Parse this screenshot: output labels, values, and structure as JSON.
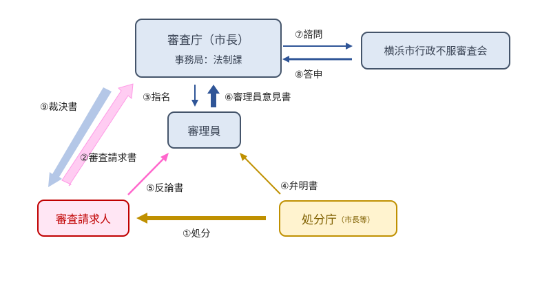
{
  "nodes": {
    "shinsacho": {
      "title": "審査庁（市長）",
      "subtitle": "事務局：法制課"
    },
    "council": {
      "title": "横浜市行政不服審査会"
    },
    "shinriin": {
      "title": "審理員"
    },
    "claimant": {
      "title": "審査請求人"
    },
    "shobuncho": {
      "title": "処分庁",
      "suffix": "（市長等）"
    }
  },
  "edges": {
    "e1": {
      "label": "①処分",
      "from": "shobuncho",
      "to": "claimant",
      "color": "#bf9000"
    },
    "e2": {
      "label": "②審査請求書",
      "from": "claimant",
      "to": "shinsacho",
      "color": "#ffccf2"
    },
    "e3": {
      "label": "③指名",
      "from": "shinsacho",
      "to": "shinriin",
      "color": "#2f5597"
    },
    "e4": {
      "label": "④弁明書",
      "from": "shobuncho",
      "to": "shinriin",
      "color": "#bf9000"
    },
    "e5": {
      "label": "⑤反論書",
      "from": "claimant",
      "to": "shinriin",
      "color": "#ff66cc"
    },
    "e6": {
      "label": "⑥審理員意見書",
      "from": "shinriin",
      "to": "shinsacho",
      "color": "#2f5597"
    },
    "e7": {
      "label": "⑦諮問",
      "from": "shinsacho",
      "to": "council",
      "color": "#2f5597"
    },
    "e8": {
      "label": "⑧答申",
      "from": "council",
      "to": "shinsacho",
      "color": "#2f5597"
    },
    "e9": {
      "label": "⑨裁決書",
      "from": "shinsacho",
      "to": "claimant",
      "color": "#b4c7e7"
    }
  }
}
